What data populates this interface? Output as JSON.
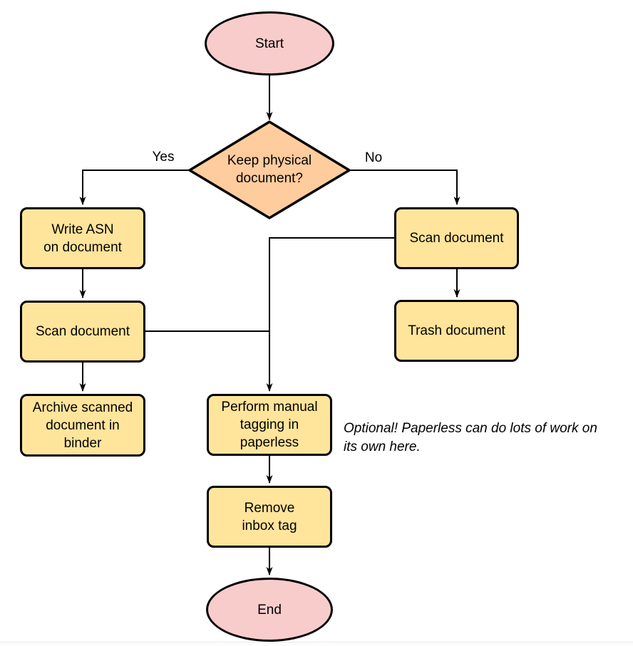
{
  "diagram": {
    "type": "flowchart",
    "nodes": {
      "start": {
        "label": "Start",
        "shape": "ellipse",
        "fill": "#f9cccc"
      },
      "decision": {
        "label": "Keep physical\ndocument?",
        "shape": "diamond",
        "fill": "#ffcc9e"
      },
      "write_asn": {
        "label": "Write ASN\non document",
        "shape": "rounded-rect",
        "fill": "#ffe49c"
      },
      "scan_left": {
        "label": "Scan document",
        "shape": "rounded-rect",
        "fill": "#ffe49c"
      },
      "archive": {
        "label": "Archive scanned\ndocument in\nbinder",
        "shape": "rounded-rect",
        "fill": "#ffe49c"
      },
      "scan_right": {
        "label": "Scan document",
        "shape": "rounded-rect",
        "fill": "#ffe49c"
      },
      "trash": {
        "label": "Trash document",
        "shape": "rounded-rect",
        "fill": "#ffe49c"
      },
      "tagging": {
        "label": "Perform manual\ntagging in\npaperless",
        "shape": "rounded-rect",
        "fill": "#ffe49c"
      },
      "remove_inbox": {
        "label": "Remove\ninbox tag",
        "shape": "rounded-rect",
        "fill": "#ffe49c"
      },
      "end": {
        "label": "End",
        "shape": "ellipse",
        "fill": "#f9cccc"
      }
    },
    "edges": [
      {
        "from": "Start",
        "to": "Keep physical document?",
        "label": ""
      },
      {
        "from": "Keep physical document?",
        "to": "Write ASN on document",
        "label": "Yes"
      },
      {
        "from": "Keep physical document?",
        "to": "Scan document (right)",
        "label": "No"
      },
      {
        "from": "Write ASN on document",
        "to": "Scan document (left)",
        "label": ""
      },
      {
        "from": "Scan document (left)",
        "to": "Archive scanned document in binder",
        "label": ""
      },
      {
        "from": "Scan document (right)",
        "to": "Trash document",
        "label": ""
      },
      {
        "from": "Scan document (right)",
        "to": "Perform manual tagging in paperless",
        "label": ""
      },
      {
        "from": "Scan document (left)",
        "to": "Perform manual tagging in paperless",
        "label": ""
      },
      {
        "from": "Perform manual tagging in paperless",
        "to": "Remove inbox tag",
        "label": ""
      },
      {
        "from": "Remove inbox tag",
        "to": "End",
        "label": ""
      }
    ],
    "annotation": "Optional! Paperless can do lots of work on\nits own here."
  },
  "colors": {
    "node_pink": "#f9cccc",
    "node_orange": "#ffcc9e",
    "node_yellow": "#ffe49c",
    "stroke": "#000000",
    "edge": "#000000"
  }
}
